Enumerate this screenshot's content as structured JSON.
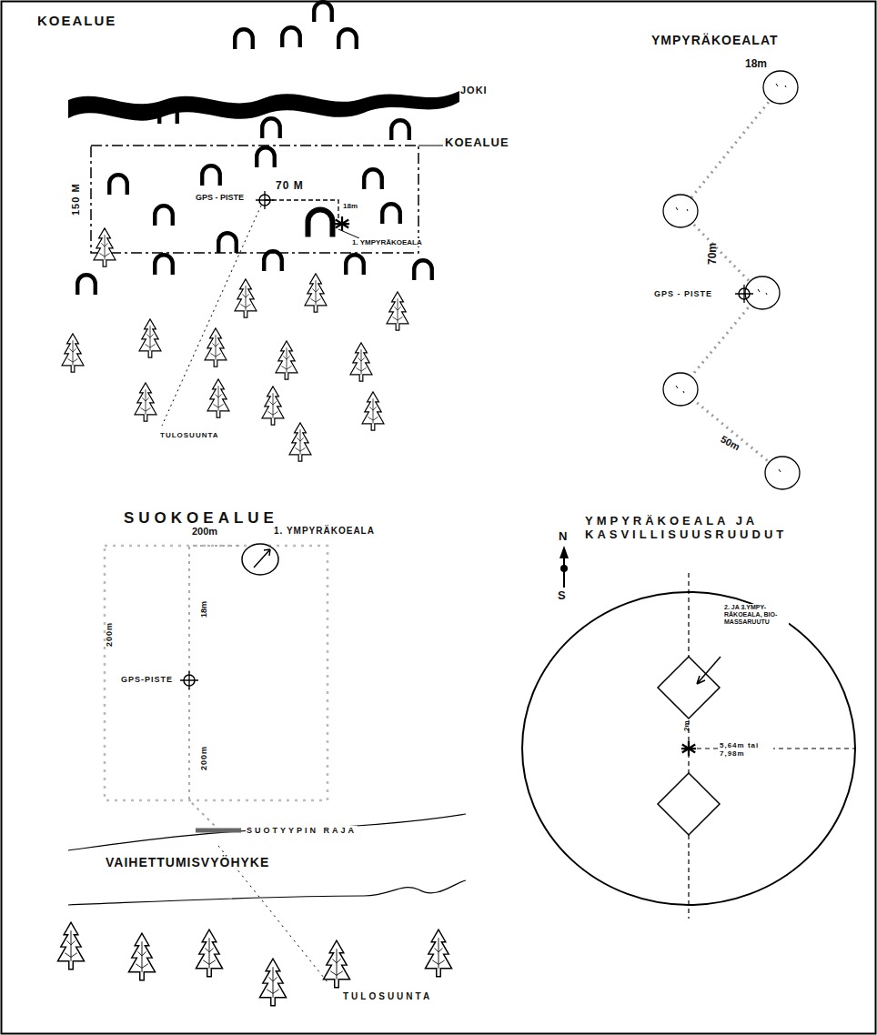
{
  "diagram": {
    "labels": [
      "KOEALUE",
      "JOKI",
      "KOEALUE",
      "150 M",
      "GPS - PISTE",
      "70 M",
      "18m",
      "1. YMPYRÄKOEALA",
      "TULOSUUNTA",
      "YMPYRÄKOEALAT",
      "18m",
      "70m",
      "GPS - PISTE",
      "50m",
      "SUOKOEALUE",
      "200m",
      "1. YMPYRÄKOEALA",
      "18m",
      "200m",
      "GPS-PISTE",
      "200m",
      "SUOTYYPIN RAJA",
      "VAIHETTUMISVYÖHYKE",
      "TULOSUUNTA",
      "N",
      "S",
      "YMPYRÄKOEALA JA KASVILLISUUSRUUDUT",
      "2. JA 3.YMPY- RÄKOEALA, BIO- MASSARUUTU",
      "2m",
      "5,64m tai 7,98m"
    ]
  }
}
